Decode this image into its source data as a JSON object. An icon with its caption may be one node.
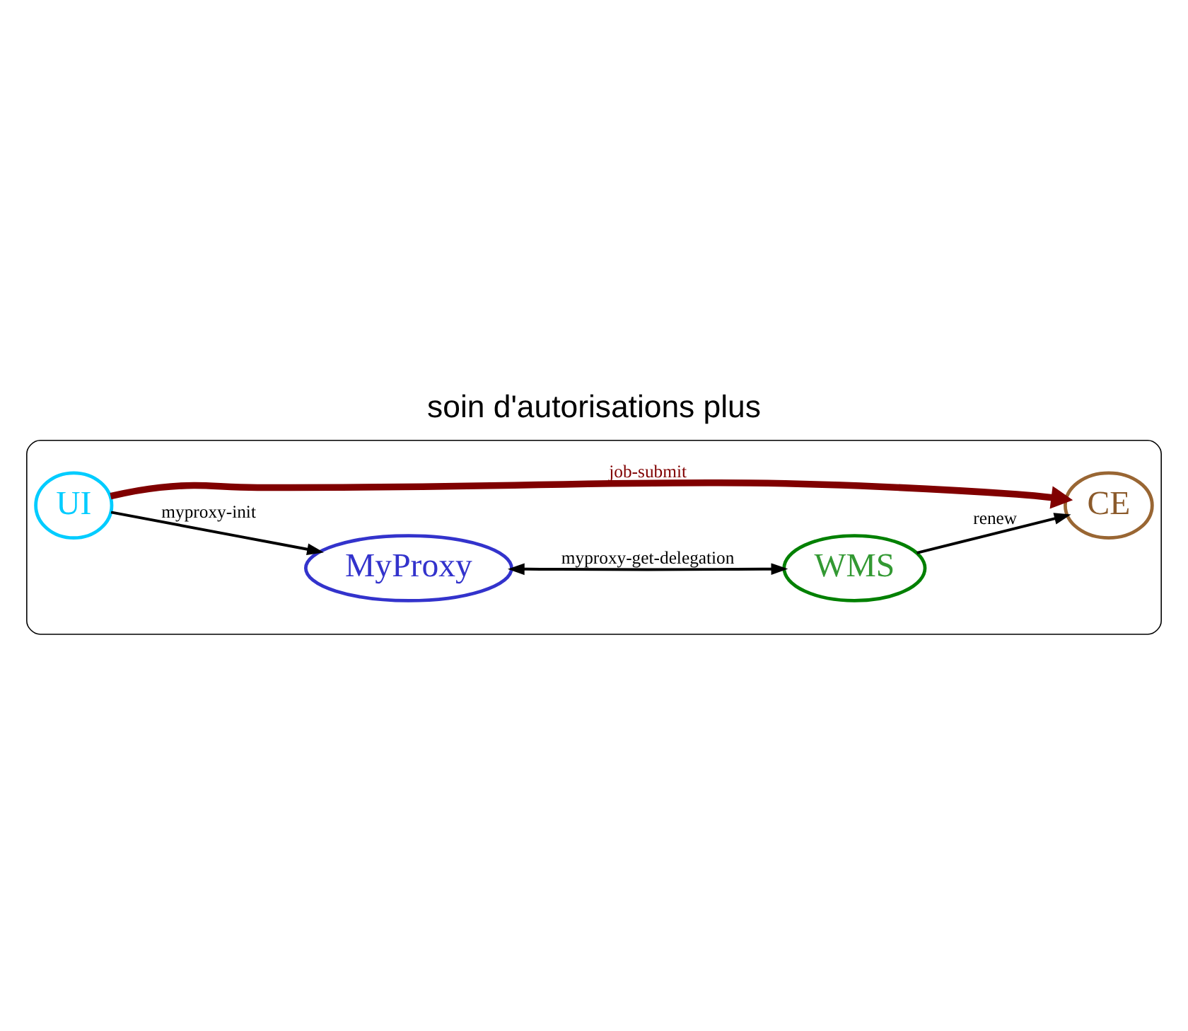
{
  "diagram": {
    "title": "soin d'autorisations plus",
    "nodes": [
      {
        "text": [],
        "shape": "box"
      },
      {
        "text": [
          "MyProxy"
        ],
        "in": 0
      },
      {
        "text": [
          "UI"
        ],
        "in": 0
      },
      {
        "text": [
          "WMS"
        ],
        "in": 0
      },
      {
        "text": [
          "CE"
        ],
        "in": 0
      }
    ],
    "edges": [
      {
        "from": 2,
        "to": 1,
        "arrow": "to",
        "label": "myproxy-init"
      },
      {
        "from": 1,
        "to": 3,
        "arrow": "both",
        "label": "myproxy-get-delegation"
      },
      {
        "from": 3,
        "to": 4,
        "arrow": "to",
        "label": "renew"
      },
      {
        "from": 2,
        "to": 4,
        "arrow": "to",
        "label": "job-submit",
        "style": "thick",
        "color": "#800000"
      }
    ]
  }
}
